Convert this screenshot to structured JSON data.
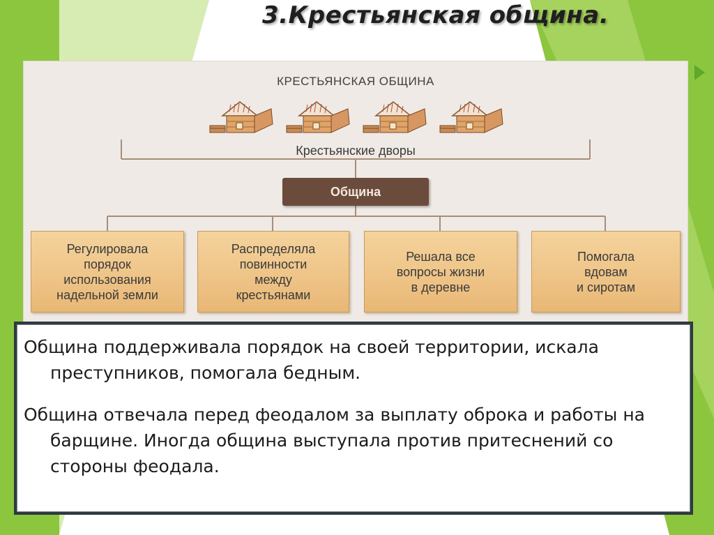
{
  "slide": {
    "title": "3.Крестьянская община."
  },
  "diagram": {
    "title": "КРЕСТЬЯНСКАЯ ОБЩИНА",
    "subtitle": "Крестьянские дворы",
    "center_label": "Община",
    "functions": [
      "Регулировала\nпорядок\nиспользования\nнадельной земли",
      "Распределяла\nповинности\nмежду\nкрестьянами",
      "Решала все\nвопросы жизни\nв деревне",
      "Помогала\nвдовам\nи сиротам"
    ]
  },
  "text": {
    "paragraph1": "Община поддерживала порядок на своей территории, искала преступников, помогала бедным.",
    "paragraph2": "Община отвечала перед феодалом за выплату оброка и работы на барщине. Иногда община выступала против притеснений со стороны феодала."
  },
  "colors": {
    "accent_green": "#8cc63f",
    "center_box": "#6b4b3c",
    "function_box": "#eec386",
    "panel_border": "#2e3a3f"
  }
}
